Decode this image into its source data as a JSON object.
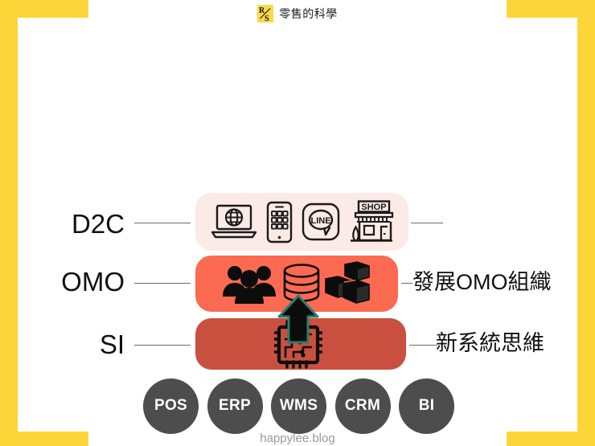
{
  "header": {
    "logo_text_top": "R",
    "logo_text_bottom": "S",
    "logo_icon": "rs-badge-icon",
    "brand": "零售的科學"
  },
  "diagram": {
    "rows": [
      {
        "key": "d2c",
        "left_label": "D2C",
        "right_label": "",
        "band_color": "#FBEAE6",
        "icons": [
          "laptop-globe-icon",
          "mobile-app-icon",
          "line-chat-icon",
          "shop-storefront-icon"
        ],
        "icon_shop_text": "SHOP",
        "icon_line_text": "LINE"
      },
      {
        "key": "omo",
        "left_label": "OMO",
        "right_label": "發展OMO組織",
        "band_color": "#FB6A51",
        "icons": [
          "people-group-icon",
          "database-icon",
          "boxes-icon"
        ]
      },
      {
        "key": "si",
        "left_label": "SI",
        "right_label": "新系統思維",
        "band_color": "#C9503F",
        "icons": [
          "cpu-chip-icon"
        ]
      }
    ],
    "arrow": {
      "icon": "up-arrow-icon",
      "fill": "#000000",
      "stroke": "#2E7D6E"
    },
    "systems": [
      {
        "label": "POS"
      },
      {
        "label": "ERP"
      },
      {
        "label": "WMS"
      },
      {
        "label": "CRM"
      },
      {
        "label": "BI"
      }
    ],
    "system_circle_color": "#4D4D4D"
  },
  "frame": {
    "color": "#FCD638"
  },
  "watermark": "happylee.blog"
}
